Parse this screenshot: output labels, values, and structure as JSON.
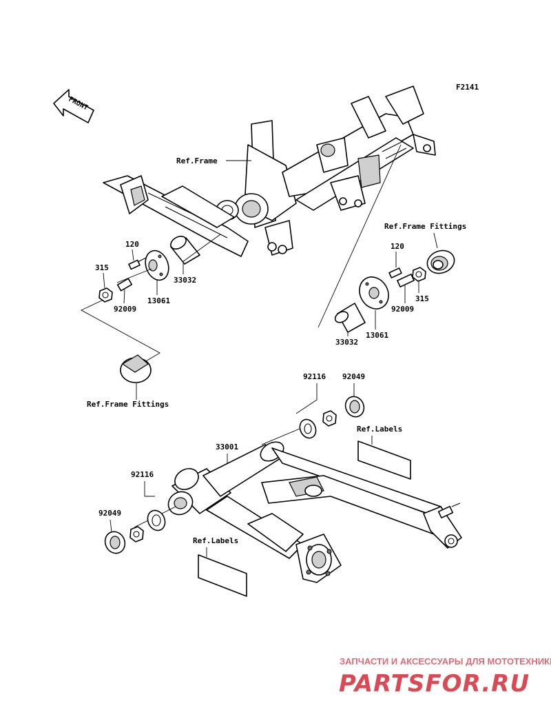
{
  "figure_code": "F2141",
  "front_arrow": {
    "text": "FRONT",
    "icon": "front-direction-arrow-icon"
  },
  "ref_labels": {
    "frame": "Ref.Frame",
    "frame_fittings_right": "Ref.Frame Fittings",
    "frame_fittings_left": "Ref.Frame Fittings",
    "labels_upper": "Ref.Labels",
    "labels_lower": "Ref.Labels"
  },
  "part_numbers": {
    "left_120": "120",
    "left_315": "315",
    "left_92009": "92009",
    "left_13061": "13061",
    "left_33032": "33032",
    "right_120": "120",
    "right_92009": "92009",
    "right_315": "315",
    "right_33032": "33032",
    "right_13061": "13061",
    "upper_92116": "92116",
    "upper_92049": "92049",
    "swingarm_33001": "33001",
    "lower_92116": "92116",
    "lower_92049": "92049"
  },
  "watermark": {
    "tagline": "ЗАПЧАСТИ И АКСЕССУАРЫ ДЛЯ МОТОТЕХНИКИ",
    "logo": "PARTSFOR.RU"
  }
}
